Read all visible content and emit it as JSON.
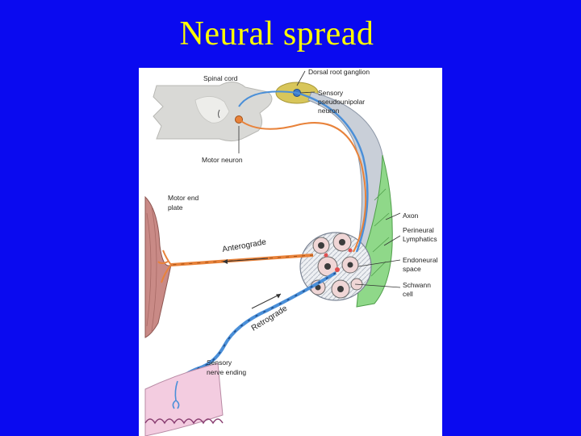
{
  "slide": {
    "title": "Neural spread"
  },
  "diagram": {
    "labels": {
      "spinal_cord": "Spinal cord",
      "dorsal_root_ganglion": "Dorsal root ganglion",
      "sensory_neuron_1": "Sensory",
      "sensory_neuron_2": "pseudounipolar",
      "sensory_neuron_3": "neuron",
      "motor_neuron": "Motor neuron",
      "motor_end_plate_1": "Motor end",
      "motor_end_plate_2": "plate",
      "axon": "Axon",
      "perineural_1": "Perineural",
      "perineural_2": "Lymphatics",
      "endoneural_1": "Endoneural",
      "endoneural_2": "space",
      "schwann_1": "Schwann",
      "schwann_2": "cell",
      "anterograde": "Anterograde",
      "retrograde": "Retrograde",
      "sensory_ending_1": "Sensory",
      "sensory_ending_2": "nerve ending"
    },
    "colors": {
      "slide_background": "#0a0af0",
      "title": "#ffff00",
      "spinal_cord": "#d9d9d6",
      "ganglion": "#d8c65a",
      "sensory_fiber": "#4a8fd8",
      "motor_fiber": "#e8823a",
      "lymphatics": "#8fd889",
      "muscle": "#c98a86",
      "skin": "#f3cce0"
    }
  }
}
